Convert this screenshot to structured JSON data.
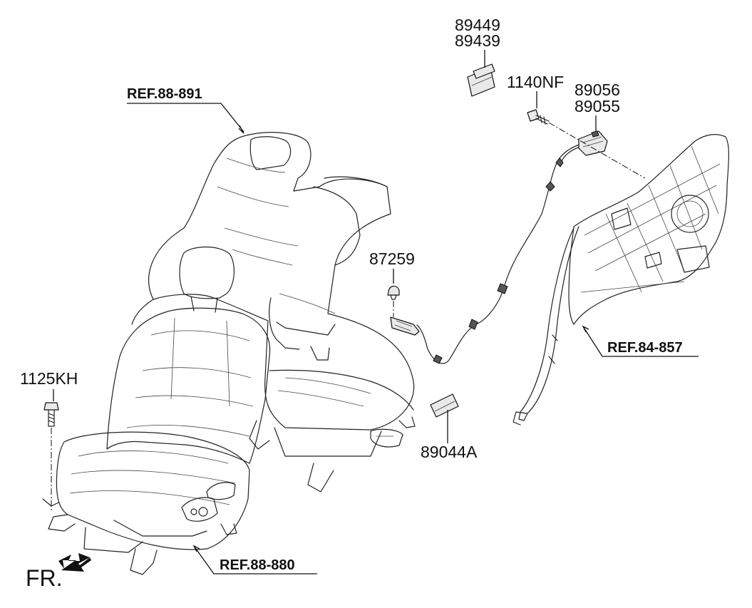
{
  "diagram": {
    "title": "",
    "colors": {
      "line": "#111111",
      "background": "#ffffff",
      "part_fill": "#e9e9e9"
    },
    "labels": {
      "p89449": "89449",
      "p89439": "89439",
      "p1140NF": "1140NF",
      "p89056": "89056",
      "p89055": "89055",
      "ref88891": "REF.88-891",
      "p87259": "87259",
      "ref84857": "REF.84-857",
      "p1125KH": "1125KH",
      "p89044A": "89044A",
      "ref88880": "REF.88-880",
      "fr": "FR."
    },
    "icons": {
      "front_direction": "arrow-down-left-icon"
    }
  }
}
